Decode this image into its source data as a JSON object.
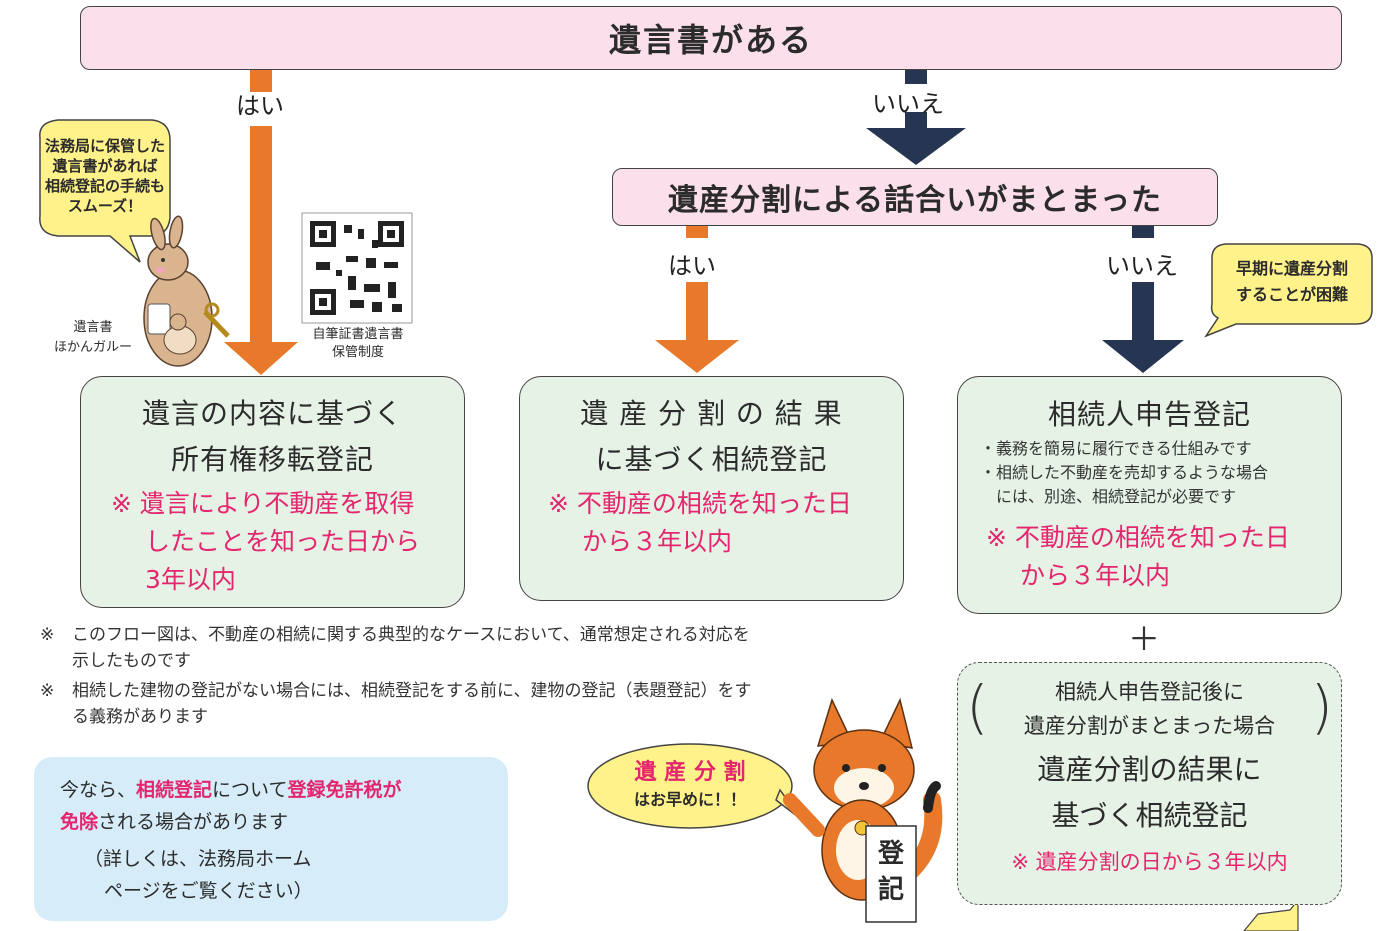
{
  "question1": "遺言書がある",
  "question2": "遺産分割による話合いがまとまった",
  "yes_label": "はい",
  "no_label": "いいえ",
  "kangaroo": {
    "bubble": [
      "法務局に保管した",
      "遺言書があれば",
      "相続登記の手続も",
      "スムーズ！"
    ],
    "name": [
      "遺言書",
      "ほかんガルー"
    ]
  },
  "qr_caption": [
    "自筆証書遺言書",
    "保管制度"
  ],
  "box_will": {
    "title": [
      "遺言の内容に基づく",
      "所有権移転登記"
    ],
    "note": [
      "※ 遺言により不動産を取得",
      "したことを知った日から",
      "3年以内"
    ]
  },
  "box_division": {
    "title": [
      "遺 産 分 割 の 結 果",
      "に基づく相続登記"
    ],
    "note": [
      "※ 不動産の相続を知った日",
      "から３年以内"
    ]
  },
  "box_heir": {
    "title": "相続人申告登記",
    "bullets": [
      "・義務を簡易に履行できる仕組みです",
      "・相続した不動産を売却するような場合",
      "には、別途、相続登記が必要です"
    ],
    "note": [
      "※ 不動産の相続を知った日",
      "から３年以内"
    ]
  },
  "difficult_bubble": [
    "早期に遺産分割",
    "することが困難"
  ],
  "plus": "＋",
  "box_after": {
    "paren": [
      "相続人申告登記後に",
      "遺産分割がまとまった場合"
    ],
    "title": [
      "遺産分割の結果に",
      "基づく相続登記"
    ],
    "note": "※ 遺産分割の日から３年以内"
  },
  "footnotes": [
    [
      "※",
      "このフロー図は、不動産の相続に関する典型的なケースにおいて、通常想定される対応を",
      "示したものです"
    ],
    [
      "※",
      "相続した建物の登記がない場合には、相続登記をする前に、建物の登記（表題登記）をす",
      "る義務があります"
    ]
  ],
  "tax_box": {
    "t1": "今なら、",
    "t2": "相続登記",
    "t3": "について",
    "t4": "登録免許税が",
    "t5": "免除",
    "t6": "される場合があります",
    "t7": "（詳しくは、法務局ホーム",
    "t8": "ページをご覧ください）"
  },
  "fox_bubble": [
    "遺 産 分 割",
    "はお早めに！！"
  ],
  "fox_sign": [
    "登",
    "記"
  ],
  "colors": {
    "orange": "#e8792a",
    "navy": "#253552",
    "pink": "#e4266e",
    "pinkbg": "#fbe0ec",
    "greenbg": "#e6f2e6",
    "blue": "#d6ecf8",
    "yellow": "#fff28a"
  }
}
